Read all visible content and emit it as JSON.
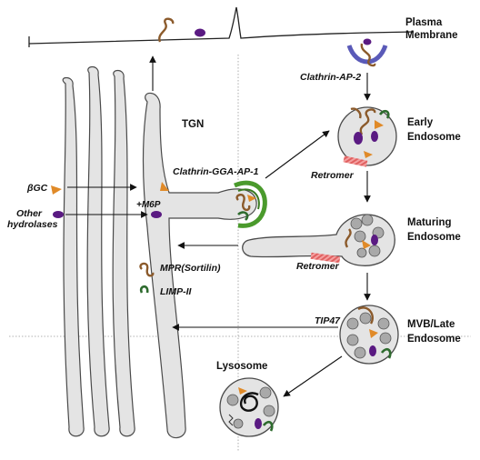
{
  "labels": {
    "plasma_membrane_1": "Plasma",
    "plasma_membrane_2": "Membrane",
    "clathrin_ap2": "Clathrin-AP-2",
    "tgn": "TGN",
    "early_endosome_1": "Early",
    "early_endosome_2": "Endosome",
    "clathrin_gga_ap1": "Clathrin-GGA-AP-1",
    "retromer_1": "Retromer",
    "bgc": "βGC",
    "m6p": "+M6P",
    "other_hydrolases_1": "Other",
    "other_hydrolases_2": "hydrolases",
    "maturing_endosome_1": "Maturing",
    "maturing_endosome_2": "Endosome",
    "retromer_2": "Retromer",
    "mpr": "MPR(Sortilin)",
    "limp2": "LIMP-II",
    "tip47": "TIP47",
    "mvb_1": "MVB/Late",
    "mvb_2": "Endosome",
    "lysosome": "Lysosome"
  },
  "colors": {
    "membrane_fill": "#e4e4e4",
    "membrane_stroke": "#4a4a4a",
    "vesicle_fill": "#a9a9a9",
    "mpr_brown": "#8b5a2b",
    "hydrolase_purple": "#5a1a82",
    "bgc_orange": "#e08a28",
    "limp_green": "#2e6b2e",
    "clathrin_green": "#4a9a2c",
    "ap2_blue": "#5a5ab8",
    "retromer_red": "#f08080"
  }
}
